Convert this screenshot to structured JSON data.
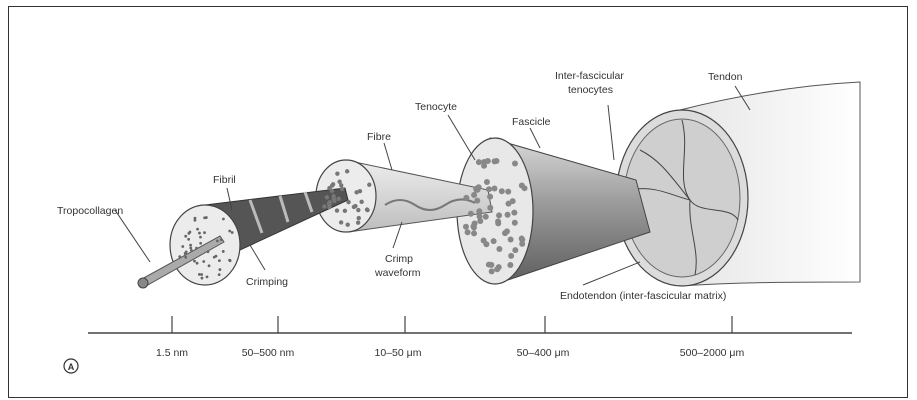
{
  "labels": {
    "tropocollagen": "Tropocollagen",
    "fibril": "Fibril",
    "crimping": "Crimping",
    "fibre": "Fibre",
    "crimp_waveform_line1": "Crimp",
    "crimp_waveform_line2": "waveform",
    "tenocyte": "Tenocyte",
    "fascicle": "Fascicle",
    "interfascicular_line1": "Inter-fascicular",
    "interfascicular_line2": "tenocytes",
    "tendon": "Tendon",
    "endotendon": "Endotendon (inter-fascicular matrix)"
  },
  "scale_bar": {
    "ticks": [
      "1.5 nm",
      "50–500 nm",
      "10–50 μm",
      "50–400 μm",
      "500–2000 μm"
    ]
  },
  "panel_marker": "A"
}
